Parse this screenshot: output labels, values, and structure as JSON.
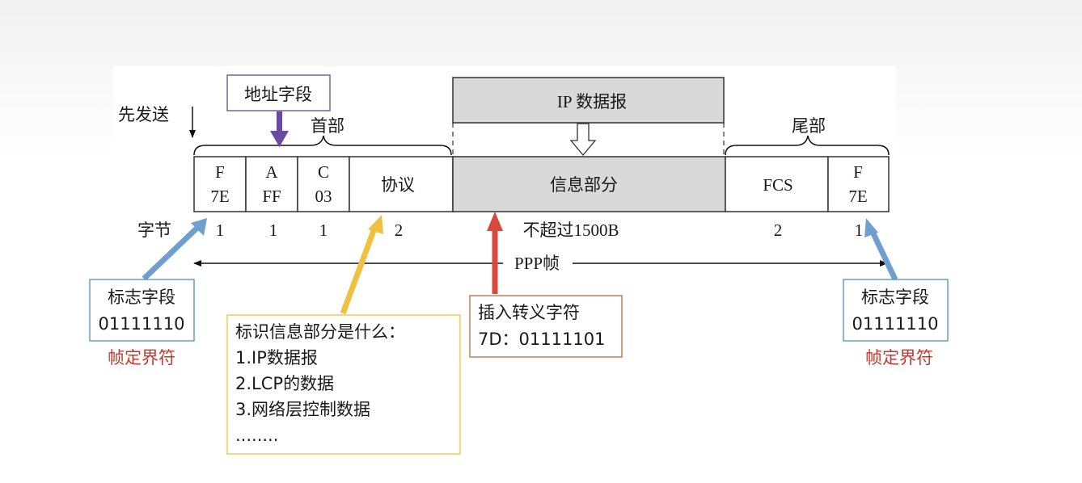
{
  "diagram": {
    "send_first": "先发送",
    "header_label": "首部",
    "trailer_label": "尾部",
    "ip_datagram": "IP 数据报",
    "fields": {
      "flag_start": {
        "line1": "F",
        "line2": "7E"
      },
      "address": {
        "line1": "A",
        "line2": "FF"
      },
      "control": {
        "line1": "C",
        "line2": "03"
      },
      "protocol": {
        "label": "协议"
      },
      "info": {
        "label": "信息部分"
      },
      "fcs": {
        "label": "FCS"
      },
      "flag_end": {
        "line1": "F",
        "line2": "7E"
      }
    },
    "bytes": {
      "label": "字节",
      "flag_start": "1",
      "address": "1",
      "control": "1",
      "protocol": "2",
      "info": "不超过1500B",
      "fcs": "2",
      "flag_end": "1"
    },
    "frame_label": "PPP帧"
  },
  "callouts": {
    "address_field": {
      "text": "地址字段"
    },
    "flag_left": {
      "line1": "标志字段",
      "line2": "01111110",
      "note": "帧定界符"
    },
    "flag_right": {
      "line1": "标志字段",
      "line2": "01111110",
      "note": "帧定界符"
    },
    "protocol_info": {
      "title": "标识信息部分是什么：",
      "items": [
        "1.IP数据报",
        "2.LCP的数据",
        "3.网络层控制数据",
        "........"
      ]
    },
    "escape": {
      "line1": "插入转义字符",
      "line2": "7D：01111101"
    }
  },
  "colors": {
    "purple_arrow": "#6a4aa0",
    "blue_arrow": "#6f9fcf",
    "yellow_arrow": "#f0c040",
    "red_arrow": "#d9483b",
    "info_fill": "#d9d9d9",
    "flag_box_border": "#4f8fc0",
    "protocol_box_border": "#f0c040",
    "escape_box_border": "#c0673a",
    "address_box_border": "#5a4a9a"
  }
}
